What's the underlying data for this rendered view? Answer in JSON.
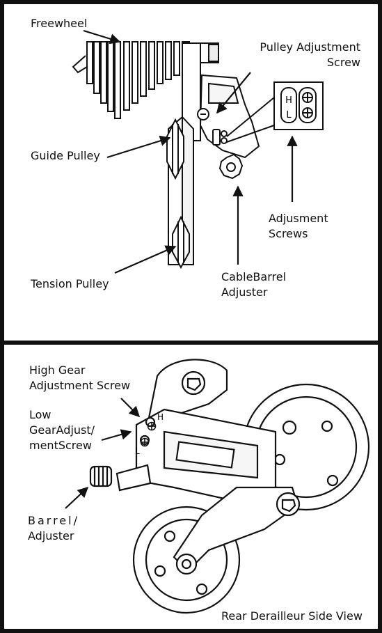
{
  "top_panel": {
    "labels": {
      "freewheel": "Freewheel",
      "pulley_adjustment_screw_1": "Pulley Adjustment",
      "pulley_adjustment_screw_2": "Screw",
      "guide_pulley": "Guide Pulley",
      "adjusment_screws_1": "Adjusment",
      "adjusment_screws_2": "Screws",
      "cable_barrel_adjuster_1": "CableBarrel",
      "cable_barrel_adjuster_2": "Adjuster",
      "tension_pulley": "Tension Pulley",
      "inset_h": "H",
      "inset_l": "L"
    }
  },
  "bottom_panel": {
    "labels": {
      "high_gear_1": "High Gear",
      "high_gear_2": "Adjustment Screw",
      "low_gear_1": "Low",
      "low_gear_2": "GearAdjust/",
      "low_gear_3": "mentScrew",
      "barrel_1": "Barrel/",
      "barrel_2": "Adjuster",
      "marker_h": "H",
      "marker_l": "L",
      "caption": "Rear Derailleur Side View"
    }
  }
}
